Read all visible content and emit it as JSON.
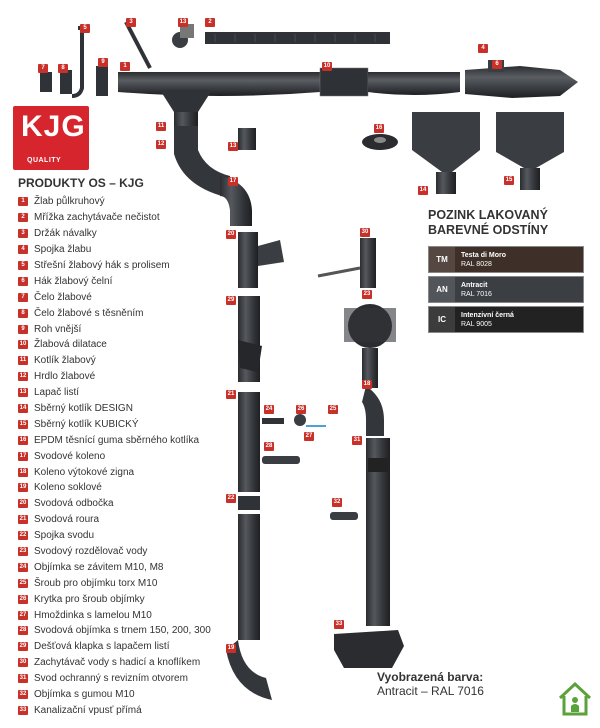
{
  "logo": {
    "text": "KJG",
    "sub": "QUALITY"
  },
  "products_title": "PRODUKTY OS – KJG",
  "products": [
    {
      "n": "1",
      "label": "Žlab půlkruhový"
    },
    {
      "n": "2",
      "label": "Mřížka zachytávače nečistot"
    },
    {
      "n": "3",
      "label": "Držák návalky"
    },
    {
      "n": "4",
      "label": "Spojka žlabu"
    },
    {
      "n": "5",
      "label": "Střešní žlabový hák s prolisem"
    },
    {
      "n": "6",
      "label": "Hák žlabový čelní"
    },
    {
      "n": "7",
      "label": "Čelo žlabové"
    },
    {
      "n": "8",
      "label": "Čelo žlabové s těsněním"
    },
    {
      "n": "9",
      "label": "Roh vnější"
    },
    {
      "n": "10",
      "label": "Žlabová dilatace"
    },
    {
      "n": "11",
      "label": "Kotlík žlabový"
    },
    {
      "n": "12",
      "label": "Hrdlo žlabové"
    },
    {
      "n": "13",
      "label": "Lapač listí"
    },
    {
      "n": "14",
      "label": "Sběrný kotlík DESIGN"
    },
    {
      "n": "15",
      "label": "Sběrný kotlík KUBICKÝ"
    },
    {
      "n": "16",
      "label": "EPDM těsnící guma sběrného kotlíka"
    },
    {
      "n": "17",
      "label": "Svodové koleno"
    },
    {
      "n": "18",
      "label": "Koleno výtokové zigna"
    },
    {
      "n": "19",
      "label": "Koleno soklové"
    },
    {
      "n": "20",
      "label": "Svodová odbočka"
    },
    {
      "n": "21",
      "label": "Svodová roura"
    },
    {
      "n": "22",
      "label": "Spojka svodu"
    },
    {
      "n": "23",
      "label": "Svodový rozdělovač vody"
    },
    {
      "n": "24",
      "label": "Objímka se závitem M10, M8"
    },
    {
      "n": "25",
      "label": "Šroub pro objímku torx M10"
    },
    {
      "n": "26",
      "label": "Krytka pro šroub objímky"
    },
    {
      "n": "27",
      "label": "Hmoždinka s lamelou M10"
    },
    {
      "n": "28",
      "label": "Svodová objímka s trnem 150, 200, 300"
    },
    {
      "n": "29",
      "label": "Dešťová klapka s lapačem listí"
    },
    {
      "n": "30",
      "label": "Zachytávač vody s hadicí a knoflíkem"
    },
    {
      "n": "31",
      "label": "Svod ochranný s revizním otvorem"
    },
    {
      "n": "32",
      "label": "Objímka s gumou M10"
    },
    {
      "n": "33",
      "label": "Kanalizační vpusť přímá"
    }
  ],
  "colors_title_1": "POZINK LAKOVANÝ",
  "colors_title_2": "BAREVNÉ ODSTÍNY",
  "swatches": [
    {
      "code": "TM",
      "name": "Testa di Moro",
      "ral": "RAL 8028",
      "color": "#3e2f28"
    },
    {
      "code": "AN",
      "name": "Antracit",
      "ral": "RAL 7016",
      "color": "#3b3e42"
    },
    {
      "code": "IC",
      "name": "Intenzivní černá",
      "ral": "RAL 9005",
      "color": "#222222"
    }
  ],
  "shown_label": "Vyobrazená barva:",
  "shown_value": "Antracit – RAL 7016",
  "badges": {
    "b1": "1",
    "b2": "2",
    "b3": "3",
    "b4": "4",
    "b5": "5",
    "b6": "6",
    "b7": "7",
    "b8": "8",
    "b9": "9",
    "b10": "10",
    "b11": "11",
    "b12": "12",
    "b13": "13",
    "b14": "14",
    "b15": "15",
    "b16": "16",
    "b17": "17",
    "b18": "18",
    "b19": "19",
    "b20": "20",
    "b21": "21",
    "b22": "22",
    "b23": "23",
    "b24": "24",
    "b25": "25",
    "b26": "26",
    "b27": "27",
    "b28": "28",
    "b29": "29",
    "b30": "30",
    "b31": "31",
    "b32": "32",
    "b33": "33"
  },
  "icons": {
    "home": "house-icon"
  }
}
